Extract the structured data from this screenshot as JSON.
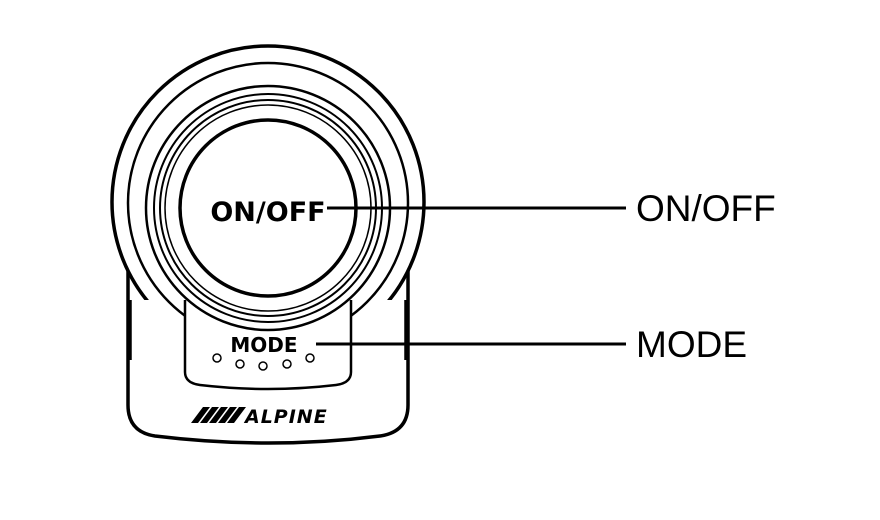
{
  "device": {
    "knob_label": "ON/OFF",
    "mode_label": "MODE",
    "brand_logo_text": "ALPINE",
    "indicator_count": 5
  },
  "callouts": {
    "on_off": "ON/OFF",
    "mode": "MODE"
  },
  "colors": {
    "stroke": "#000000",
    "background": "#ffffff"
  }
}
